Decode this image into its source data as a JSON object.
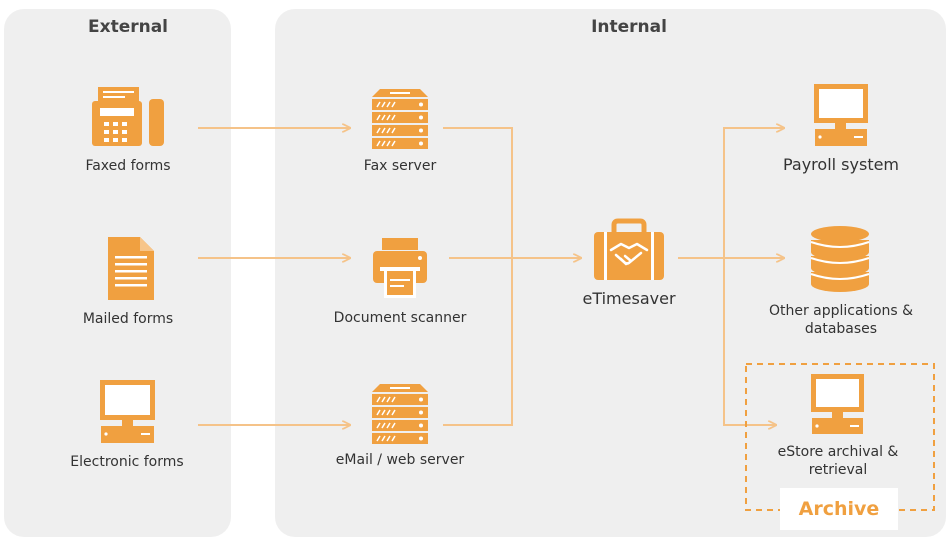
{
  "panels": {
    "external": "External",
    "internal": "Internal"
  },
  "nodes": {
    "faxed_forms": "Faxed forms",
    "mailed_forms": "Mailed forms",
    "electronic_forms": "Electronic forms",
    "fax_server": "Fax server",
    "document_scanner": "Document scanner",
    "email_web_server": "eMail / web server",
    "etimesaver": "eTimesaver",
    "payroll_system": "Payroll system",
    "other_applications": "Other applications & databases",
    "estore": "eStore archival & retrieval"
  },
  "archive_label": "Archive",
  "icons": {
    "faxed_forms": "fax-machine-icon",
    "mailed_forms": "document-icon",
    "electronic_forms": "desktop-computer-icon",
    "fax_server": "server-icon",
    "document_scanner": "printer-scanner-icon",
    "email_web_server": "server-icon",
    "etimesaver": "briefcase-handshake-icon",
    "payroll_system": "desktop-computer-icon",
    "other_applications": "database-icon",
    "estore": "desktop-computer-icon"
  },
  "colors": {
    "accent": "#f0a040",
    "arrow": "#f5c389",
    "panel": "#efefef",
    "text": "#333333"
  }
}
